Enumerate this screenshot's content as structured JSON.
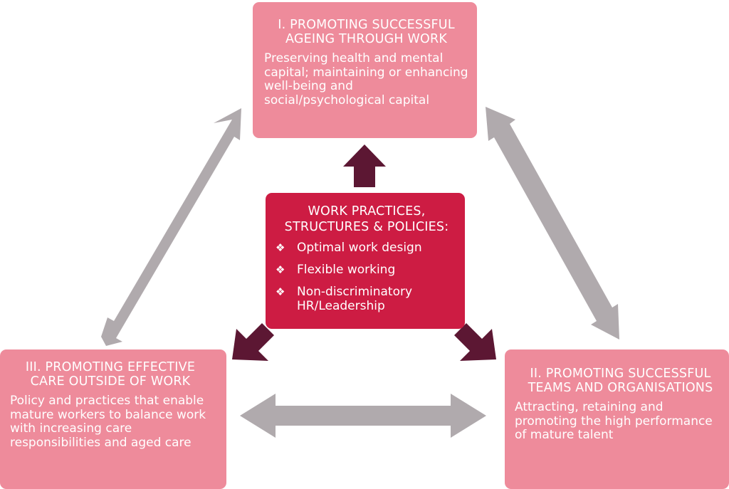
{
  "diagram": {
    "top_box": {
      "title": "I. PROMOTING SUCCESSFUL AGEING THROUGH WORK",
      "description": "Preserving health and mental capital; maintaining or enhancing well-being and social/psychological capital"
    },
    "right_box": {
      "title": "II. PROMOTING SUCCESSFUL TEAMS AND ORGANISATIONS",
      "description": "Attracting, retaining and promoting the high performance of mature talent"
    },
    "left_box": {
      "title": "III. PROMOTING EFFECTIVE CARE OUTSIDE OF WORK",
      "description": "Policy and practices that enable mature workers to balance work with increasing care responsibilities and aged care"
    },
    "center_box": {
      "title": "WORK PRACTICES, STRUCTURES & POLICIES:",
      "bullet_glyph": "❖",
      "items": [
        "Optimal work design",
        "Flexible working",
        "Non-discriminatory HR/Leadership"
      ]
    },
    "colors": {
      "outer_box": "#ee8b9b",
      "center_box": "#cd1c43",
      "double_arrow": "#b0aaad",
      "center_arrow": "#5c1733",
      "text": "#ffffff"
    }
  }
}
